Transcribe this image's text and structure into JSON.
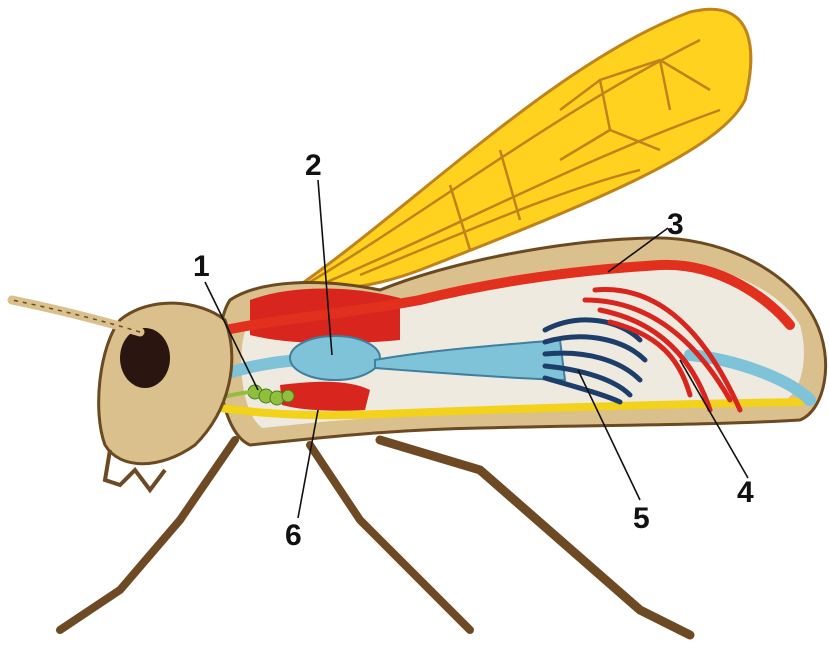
{
  "figure": {
    "labels": [
      "1",
      "2",
      "3",
      "4",
      "5",
      "6"
    ]
  },
  "colors": {
    "wing_fill": "#ffd21f",
    "wing_vein": "#c0821a",
    "body_shell": "#d9c08c",
    "shell_outline": "#6b4a22",
    "cavity": "#efeae0",
    "muscle_red": "#d8261e",
    "dorsal_vessel": "#e2301f",
    "digestive_blue": "#7fc3d8",
    "malpighian_blue": "#1d3d6a",
    "nerve_cord_yellow": "#f3d21c",
    "gland_green": "#8fbf3c",
    "leg_brown": "#6e4a24",
    "eye_dark": "#2a1510"
  }
}
